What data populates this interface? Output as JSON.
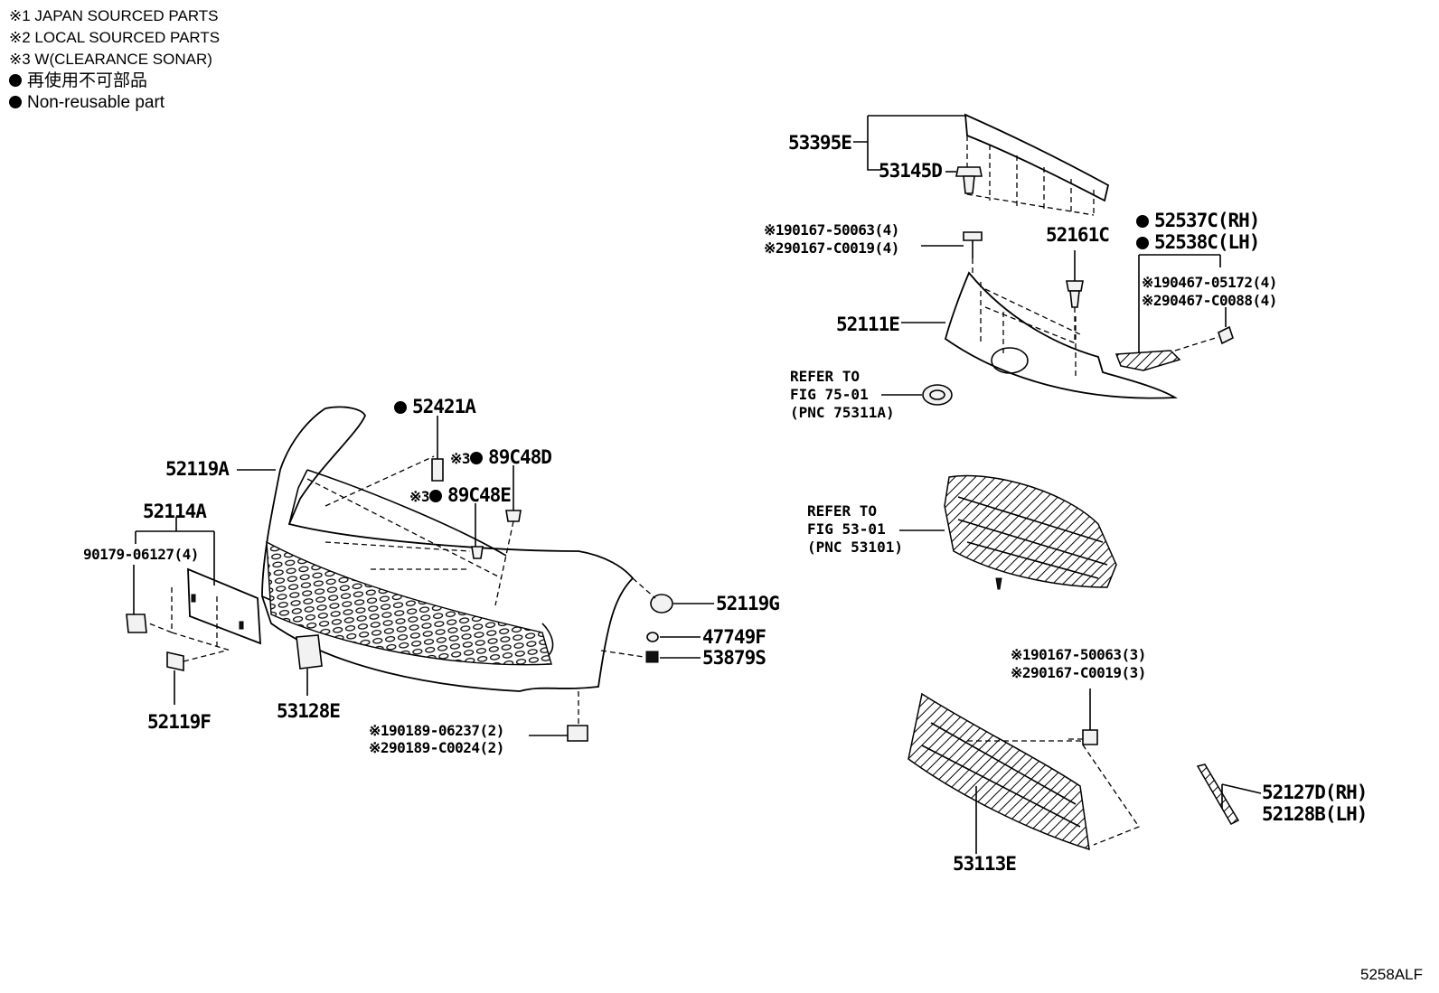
{
  "legend": {
    "note1": "※1 JAPAN SOURCED PARTS",
    "note2": "※2 LOCAL SOURCED PARTS",
    "note3": "※3 W(CLEARANCE SONAR)",
    "nonreusable_jp": "再使用不可部品",
    "nonreusable_en": "Non-reusable part"
  },
  "labels": {
    "p53395E": "53395E",
    "p53145D": "53145D",
    "p90167_50063_4": "※190167-50063(4)",
    "p90167_C0019_4": "※290167-C0019(4)",
    "p52161C": "52161C",
    "p52537C": "52537C(RH)",
    "p52538C": "52538C(LH)",
    "p90467_05172": "※190467-05172(4)",
    "p90467_C0088": "※290467-C0088(4)",
    "p52111E": "52111E",
    "p52421A": "52421A",
    "p89C48D_prefix": "※3",
    "p89C48D": "89C48D",
    "p89C48E_prefix": "※3",
    "p89C48E": "89C48E",
    "p52119A": "52119A",
    "p52114A": "52114A",
    "p90179": "90179-06127(4)",
    "p52119G": "52119G",
    "p47749F": "47749F",
    "p53879S": "53879S",
    "p52119F": "52119F",
    "p53128E": "53128E",
    "p90189_06237": "※190189-06237(2)",
    "p90189_C0024": "※290189-C0024(2)",
    "p90167_50063_3": "※190167-50063(3)",
    "p90167_C0019_3": "※290167-C0019(3)",
    "p52127D": "52127D(RH)",
    "p52128B": "52128B(LH)",
    "p53113E": "53113E"
  },
  "refs": {
    "r1_l1": "REFER TO",
    "r1_l2": "FIG 75-01",
    "r1_l3": "(PNC 75311A)",
    "r2_l1": "REFER TO",
    "r2_l2": "FIG 53-01",
    "r2_l3": "(PNC 53101)"
  },
  "diagram_code": "5258ALF"
}
